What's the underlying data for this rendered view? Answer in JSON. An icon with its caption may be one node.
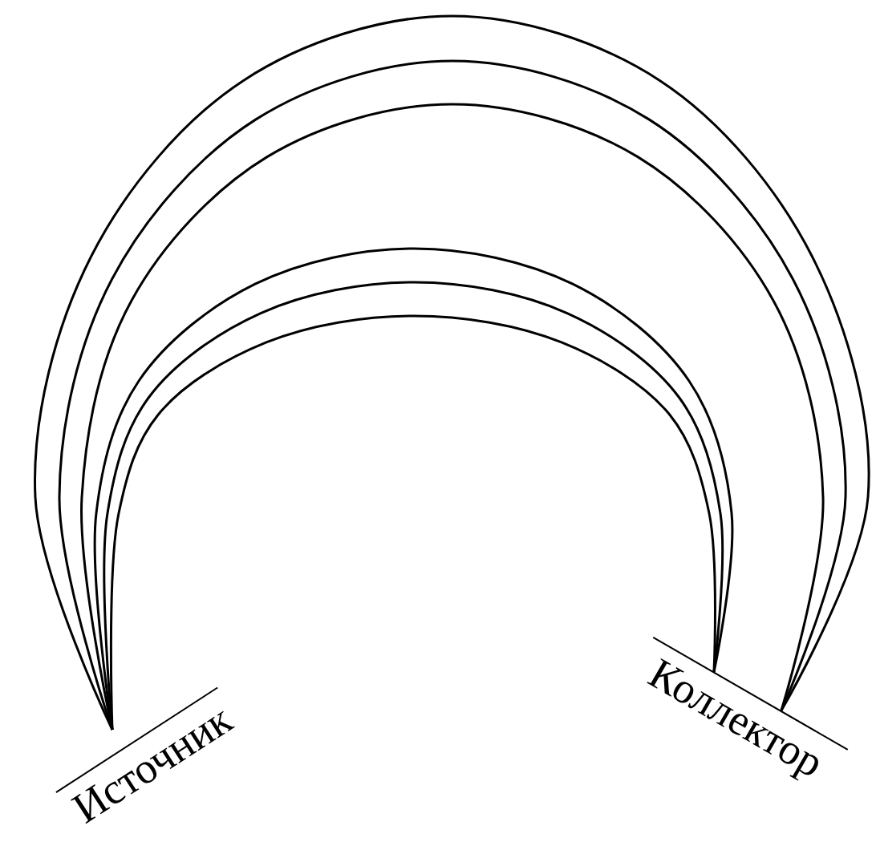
{
  "diagram": {
    "nodes": [
      {
        "text": [
          "Источник"
        ]
      },
      {
        "text": [
          "Коллектор"
        ]
      }
    ],
    "edges": [
      {
        "from": 0,
        "to": 1,
        "arrow": "none"
      },
      {
        "from": 0,
        "to": 1,
        "arrow": "none"
      },
      {
        "from": 0,
        "to": 1,
        "arrow": "none"
      },
      {
        "from": 0,
        "to": 1,
        "arrow": "none"
      },
      {
        "from": 0,
        "to": 1,
        "arrow": "none"
      },
      {
        "from": 0,
        "to": 1,
        "arrow": "none"
      }
    ]
  }
}
